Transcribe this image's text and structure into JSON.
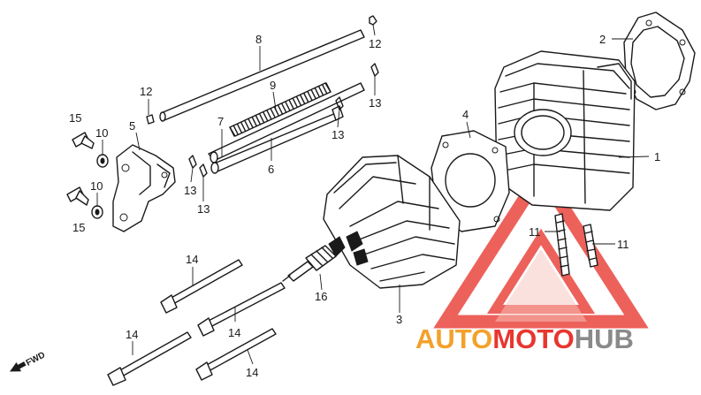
{
  "callouts": {
    "c1": "1",
    "c2": "2",
    "c3": "3",
    "c4": "4",
    "c5": "5",
    "c6": "6",
    "c7": "7",
    "c8": "8",
    "c9": "9",
    "c10a": "10",
    "c10b": "10",
    "c11a": "11",
    "c11b": "11",
    "c12a": "12",
    "c12b": "12",
    "c13a": "13",
    "c13b": "13",
    "c13c": "13",
    "c13d": "13",
    "c14a": "14",
    "c14b": "14",
    "c14c": "14",
    "c14d": "14",
    "c15a": "15",
    "c15b": "15",
    "c16": "16"
  },
  "fwd_label": "FWD",
  "watermark": {
    "word_part1": "AUTO",
    "word_part2": "MOTO",
    "word_part3": "HUB",
    "color_red": "#e8362e",
    "color_orange": "#f3a12a",
    "color_gray": "#8a8a8a"
  }
}
